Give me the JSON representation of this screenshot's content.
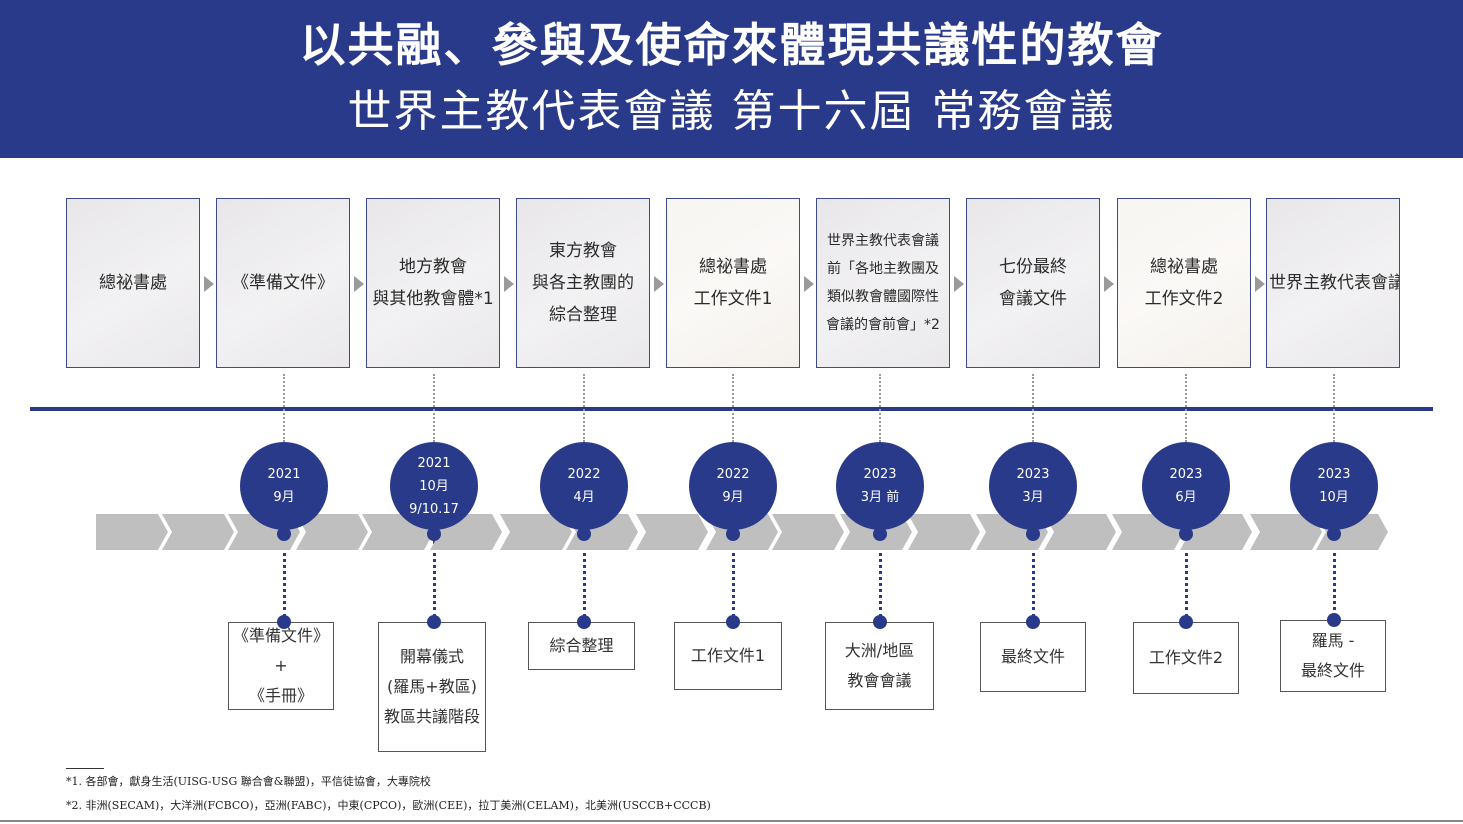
{
  "header": {
    "title": "以共融、參與及使命來體現共議性的教會",
    "subtitle": "世界主教代表會議 第十六屆 常務會議"
  },
  "colors": {
    "primary": "#2a3a8a",
    "arrow_band": "#bfbfbf",
    "chevron_arrow": "#9a9a9a"
  },
  "steps": [
    {
      "lines": [
        "總祕書處"
      ]
    },
    {
      "lines": [
        "《準備文件》"
      ]
    },
    {
      "lines": [
        "地方教會",
        "與其他教會體*1"
      ]
    },
    {
      "lines": [
        "東方教會",
        "與各主教團的",
        "綜合整理"
      ]
    },
    {
      "lines": [
        "總祕書處",
        "工作文件1"
      ]
    },
    {
      "lines": [
        "世界主教代表會議",
        "前「各地主教團及",
        "類似教會體國際性",
        "會議的會前會」*2"
      ]
    },
    {
      "lines": [
        "七份最終",
        "會議文件"
      ]
    },
    {
      "lines": [
        "總祕書處",
        "工作文件2"
      ]
    },
    {
      "lines": [
        "世界主教代表會議"
      ]
    }
  ],
  "milestones": [
    {
      "lines": [
        "2021",
        "9月"
      ]
    },
    {
      "lines": [
        "2021",
        "10月",
        "9/10.17"
      ]
    },
    {
      "lines": [
        "2022",
        "4月"
      ]
    },
    {
      "lines": [
        "2022",
        "9月"
      ]
    },
    {
      "lines": [
        "2023",
        "3月 前"
      ]
    },
    {
      "lines": [
        "2023",
        "3月"
      ]
    },
    {
      "lines": [
        "2023",
        "6月"
      ]
    },
    {
      "lines": [
        "2023",
        "10月"
      ]
    }
  ],
  "outputs": [
    {
      "lines": [
        "《準備文件》",
        "+",
        "《手冊》"
      ]
    },
    {
      "lines": [
        "開幕儀式",
        "(羅馬+教區)",
        "教區共議階段"
      ]
    },
    {
      "lines": [
        "綜合整理"
      ]
    },
    {
      "lines": [
        "工作文件1"
      ]
    },
    {
      "lines": [
        "大洲/地區",
        "教會會議"
      ]
    },
    {
      "lines": [
        "最終文件"
      ]
    },
    {
      "lines": [
        "工作文件2"
      ]
    },
    {
      "lines": [
        "羅馬 -",
        "最終文件"
      ]
    }
  ],
  "footnotes": [
    "*1.  各部會，獻身生活(UISG-USG 聯合會&聯盟)，平信徒協會，大專院校",
    "*2.  非洲(SECAM)，大洋洲(FCBCO)，亞洲(FABC)，中東(CPCO)，歐洲(CEE)，拉丁美洲(CELAM)，北美洲(USCCB+CCCB)"
  ]
}
